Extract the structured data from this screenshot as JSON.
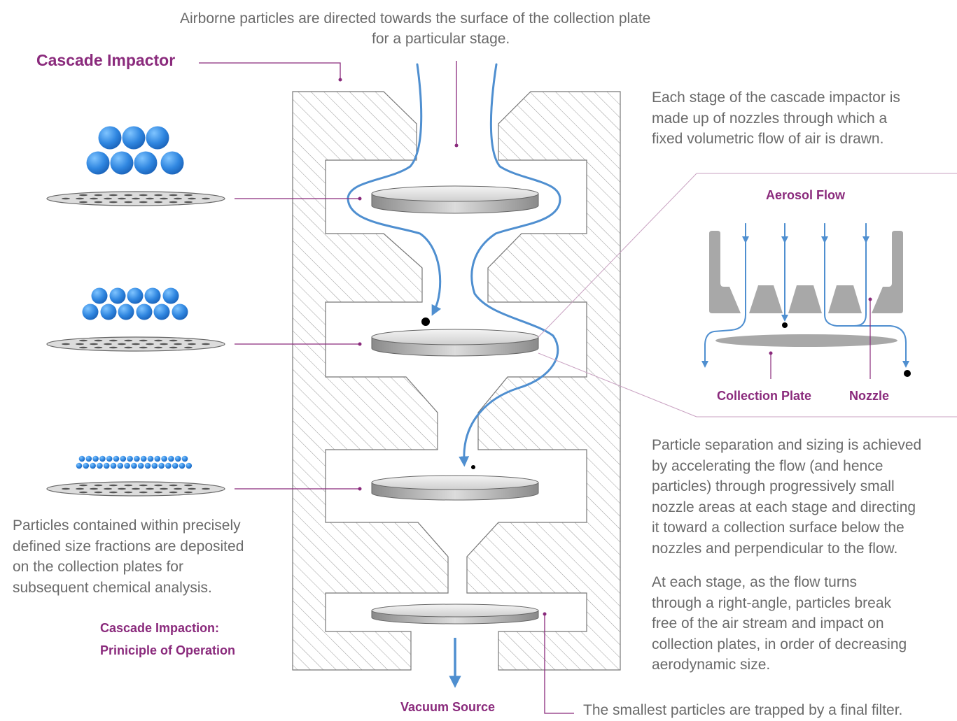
{
  "colors": {
    "accent": "#8a2a7c",
    "text": "#6a6a6a",
    "flow": "#4f8fd0",
    "particle": "#2f86e0",
    "hatch": "#9a9a9a",
    "nozzle_gray": "#a8a8a8"
  },
  "texts": {
    "top_caption_line1": "Airborne particles are directed towards the surface of the collection plate",
    "top_caption_line2": "for a particular stage.",
    "title": "Cascade Impactor",
    "right_para1": [
      "Each stage of the cascade impactor is",
      "made up of nozzles through which a",
      "fixed volumetric flow of air is drawn."
    ],
    "right_para2": [
      "Particle separation and sizing is achieved",
      "by accelerating the flow (and hence",
      "particles) through progressively small",
      "nozzle areas at each stage and directing",
      "it toward a collection surface below the",
      "nozzles and perpendicular to the flow."
    ],
    "right_para3": [
      "At each stage, as the flow turns",
      "through a right-angle, particles break",
      "free of the air stream and impact on",
      "collection plates, in order of decreasing",
      "aerodynamic size."
    ],
    "left_para": [
      "Particles contained within precisely",
      "defined size fractions are deposited",
      "on the collection plates for",
      "subsequent chemical analysis."
    ],
    "principle_line1": "Cascade Impaction:",
    "principle_line2": "Priniciple of Operation",
    "vacuum_source": "Vacuum Source",
    "final_filter": "The smallest particles are trapped by a final filter.",
    "inset_aerosol_flow": "Aerosol Flow",
    "inset_collection_plate": "Collection Plate",
    "inset_nozzle": "Nozzle"
  },
  "icons": [
    "blue-particle-icon",
    "perforated-plate-icon",
    "flow-arrow-icon",
    "collection-plate-icon",
    "nozzle-icon"
  ]
}
